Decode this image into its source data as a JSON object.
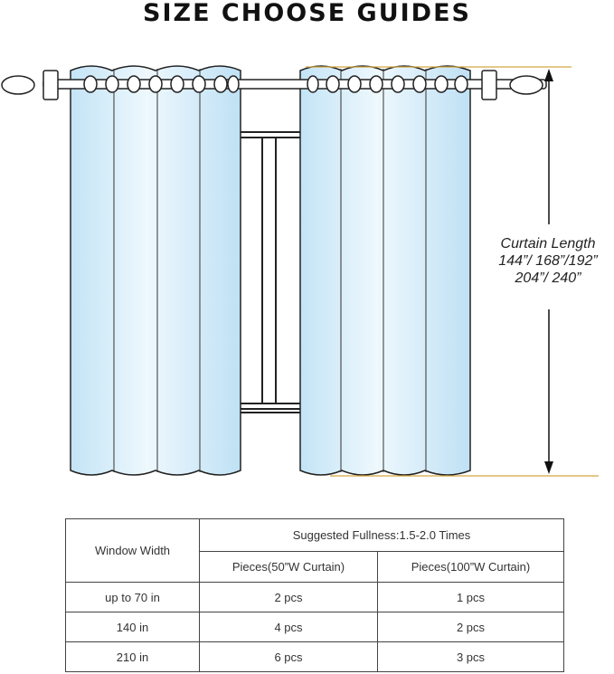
{
  "title": "SIZE CHOOSE GUIDES",
  "curtain_length": {
    "label": "Curtain Length",
    "sizes_line1": "144”/ 168”/192”",
    "sizes_line2": "204”/ 240”"
  },
  "table": {
    "col_window": "Window Width",
    "col_group": "Suggested Fullness:1.5-2.0 Times",
    "col_50": "Pieces(50”W Curtain)",
    "col_100": "Pieces(100”W Curtain)",
    "rows": [
      {
        "width": "up to 70 in",
        "p50": "2 pcs",
        "p100": "1 pcs"
      },
      {
        "width": "140 in",
        "p50": "4 pcs",
        "p100": "2 pcs"
      },
      {
        "width": "210 in",
        "p50": "6 pcs",
        "p100": "3 pcs"
      }
    ]
  },
  "colors": {
    "curtain_light": "#eef8fd",
    "curtain_dark": "#b9def3",
    "guide_line": "#d4a640",
    "outline": "#222222"
  }
}
